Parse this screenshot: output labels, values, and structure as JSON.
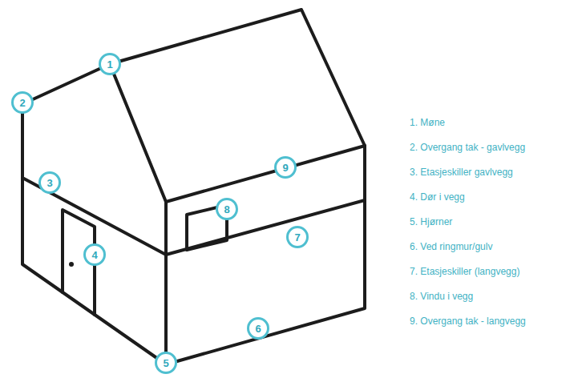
{
  "diagram": {
    "nodes": [
      {
        "text": [
          "1"
        ]
      },
      {
        "text": [
          "2"
        ]
      },
      {
        "text": [
          "3"
        ]
      },
      {
        "text": [
          "4"
        ]
      },
      {
        "text": [
          "5"
        ]
      },
      {
        "text": [
          "6"
        ]
      },
      {
        "text": [
          "7"
        ]
      },
      {
        "text": [
          "8"
        ]
      },
      {
        "text": [
          "9"
        ]
      }
    ],
    "labels": [
      "1. Møne",
      "2. Overgang tak - gavlvegg",
      "3. Etasjeskiller gavlvegg",
      "4. Dør i vegg",
      "5. Hjørner",
      "6. Ved ringmur/gulv",
      "7. Etasjeskiller (langvegg)",
      "8. Vindu i vegg",
      "9. Overgang tak - langvegg"
    ]
  }
}
